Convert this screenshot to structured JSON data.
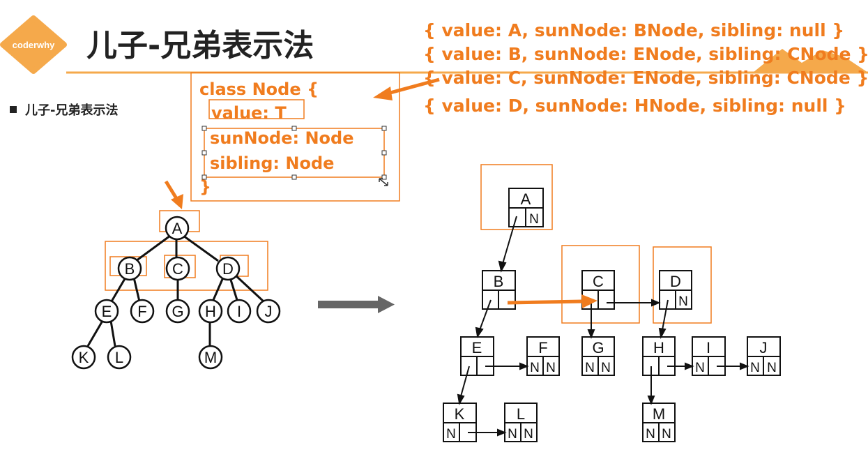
{
  "brand": {
    "logo_text": "coderwhy"
  },
  "title": "儿子-兄弟表示法",
  "bullet_item": "儿子-兄弟表示法",
  "object_lines": [
    "{ value: A, sunNode: BNode, sibling: null }",
    "{ value: B, sunNode: ENode, sibling: CNode }",
    "{ value: C, sunNode: ENode, sibling: CNode }",
    "{ value: D, sunNode: HNode, sibling: null }"
  ],
  "class_code": [
    "class Node {",
    "value: T",
    "sunNode: Node",
    "sibling: Node",
    "}"
  ],
  "tree_nodes": [
    "A",
    "B",
    "C",
    "D",
    "E",
    "F",
    "G",
    "H",
    "I",
    "J",
    "K",
    "L",
    "M"
  ],
  "null_marker": "N",
  "colors": {
    "orange": "#f07c1e",
    "logo": "#f5a94b",
    "arrow_gray": "#666666"
  }
}
